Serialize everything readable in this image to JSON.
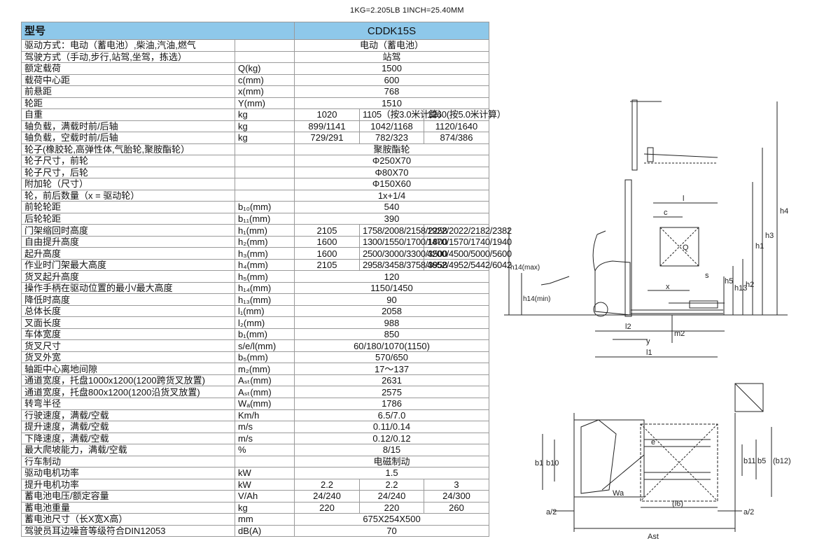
{
  "header_units": "1KG=2.205LB    1INCH=25.40MM",
  "table": {
    "header_label": "型号",
    "model": "CDDK15S",
    "rows": [
      {
        "label": "驱动方式：电动（蓄电池）,柴油,汽油,燃气",
        "unit": "",
        "values": [
          "电动（蓄电池）"
        ]
      },
      {
        "label": "驾驶方式（手动,步行,站驾,坐驾，拣选）",
        "unit": "",
        "values": [
          "站驾"
        ]
      },
      {
        "label": "额定载荷",
        "unit": "Q(kg)",
        "values": [
          "1500"
        ]
      },
      {
        "label": "载荷中心距",
        "unit": "c(mm)",
        "values": [
          "600"
        ]
      },
      {
        "label": "前悬距",
        "unit": "x(mm)",
        "values": [
          "768"
        ]
      },
      {
        "label": "轮距",
        "unit": "Y(mm)",
        "values": [
          "1510"
        ]
      },
      {
        "label": "自重",
        "unit": "kg",
        "values": [
          "1020",
          "1105（按3.0米计算）",
          "1260(按5.0米计算）"
        ]
      },
      {
        "label": "轴负载，满载时前/后轴",
        "unit": "kg",
        "values": [
          "899/1141",
          "1042/1168",
          "1120/1640"
        ]
      },
      {
        "label": "轴负载，空载时前/后轴",
        "unit": "kg",
        "values": [
          "729/291",
          "782/323",
          "874/386"
        ]
      },
      {
        "label": "轮子(橡胶轮,高弹性体,气胎轮,聚胺酯轮）",
        "unit": "",
        "values": [
          "聚胺酯轮"
        ]
      },
      {
        "label": "轮子尺寸，前轮",
        "unit": "",
        "values": [
          "Φ250X70"
        ]
      },
      {
        "label": "轮子尺寸，后轮",
        "unit": "",
        "values": [
          "Φ80X70"
        ]
      },
      {
        "label": "附加轮（尺寸）",
        "unit": "",
        "values": [
          "Φ150X60"
        ]
      },
      {
        "label": "轮，前后数量（x = 驱动轮）",
        "unit": "",
        "values": [
          "1x+1/4"
        ]
      },
      {
        "label": "前轮轮距",
        "unit": "b₁₀(mm)",
        "values": [
          "540"
        ]
      },
      {
        "label": "后轮轮距",
        "unit": "b₁₁(mm)",
        "values": [
          "390"
        ]
      },
      {
        "label": "门架缩回时高度",
        "unit": "h₁(mm)",
        "values": [
          "2105",
          "1758/2008/2158/2258",
          "1922/2022/2182/2382"
        ]
      },
      {
        "label": "自由提升高度",
        "unit": "h₂(mm)",
        "values": [
          "1600",
          "1300/1550/1700/1800",
          "1470/1570/1740/1940"
        ]
      },
      {
        "label": "起升高度",
        "unit": "h₃(mm)",
        "values": [
          "1600",
          "2500/3000/3300/3500",
          "4200/4500/5000/5600"
        ]
      },
      {
        "label": "作业时门架最大高度",
        "unit": "h₄(mm)",
        "values": [
          "2105",
          "2958/3458/3758/3958",
          "4652/4952/5442/6042"
        ]
      },
      {
        "label": "货叉起升高度",
        "unit": "h₅(mm)",
        "values": [
          "120"
        ]
      },
      {
        "label": "操作手柄在驱动位置的最小/最大高度",
        "unit": "h₁₄(mm)",
        "values": [
          "1150/1450"
        ]
      },
      {
        "label": "降低时高度",
        "unit": "h₁₃(mm)",
        "values": [
          "90"
        ]
      },
      {
        "label": "总体长度",
        "unit": "l₁(mm)",
        "values": [
          "2058"
        ]
      },
      {
        "label": "叉面长度",
        "unit": "l₂(mm)",
        "values": [
          "988"
        ]
      },
      {
        "label": "车体宽度",
        "unit": "b₁(mm)",
        "values": [
          "850"
        ]
      },
      {
        "label": "货叉尺寸",
        "unit": "s/e/l(mm)",
        "values": [
          "60/180/1070(1150)"
        ]
      },
      {
        "label": "货叉外宽",
        "unit": "b₅(mm)",
        "values": [
          "570/650"
        ]
      },
      {
        "label": "轴距中心离地间隙",
        "unit": "m₂(mm)",
        "values": [
          "17～137"
        ]
      },
      {
        "label": "通道宽度，托盘1000x1200(1200跨货叉放置)",
        "unit": "Aₛₜ(mm)",
        "values": [
          "2631"
        ]
      },
      {
        "label": "通道宽度，托盘800x1200(1200沿货叉放置)",
        "unit": "Aₛₜ(mm)",
        "values": [
          "2575"
        ]
      },
      {
        "label": "转弯半径",
        "unit": "Wₐ(mm)",
        "values": [
          "1786"
        ]
      },
      {
        "label": "行驶速度，满载/空载",
        "unit": "Km/h",
        "values": [
          "6.5/7.0"
        ]
      },
      {
        "label": "提升速度，满载/空载",
        "unit": "m/s",
        "values": [
          "0.11/0.14"
        ]
      },
      {
        "label": "下降速度，满载/空载",
        "unit": "m/s",
        "values": [
          "0.12/0.12"
        ]
      },
      {
        "label": "最大爬坡能力，满载/空载",
        "unit": "%",
        "values": [
          "8/15"
        ]
      },
      {
        "label": "行车制动",
        "unit": "",
        "values": [
          "电磁制动"
        ]
      },
      {
        "label": "驱动电机功率",
        "unit": "kW",
        "values": [
          "1.5"
        ]
      },
      {
        "label": "提升电机功率",
        "unit": "kW",
        "values": [
          "2.2",
          "2.2",
          "3"
        ]
      },
      {
        "label": "蓄电池电压/额定容量",
        "unit": "V/Ah",
        "values": [
          "24/240",
          "24/240",
          "24/300"
        ]
      },
      {
        "label": "蓄电池重量",
        "unit": "kg",
        "values": [
          "220",
          "220",
          "260"
        ]
      },
      {
        "label": "蓄电池尺寸（长X宽X高）",
        "unit": "mm",
        "values": [
          "675X254X500"
        ]
      },
      {
        "label": "驾驶员耳边噪音等级符合DIN12053",
        "unit": "dB(A)",
        "values": [
          "70"
        ]
      }
    ]
  },
  "side_view": {
    "labels": {
      "l": "l",
      "c": "c",
      "q": "Q",
      "s": "s",
      "x": "x",
      "y": "y",
      "l1": "l1",
      "l2": "l2",
      "m2": "m2",
      "h1": "h1",
      "h2": "h2",
      "h3": "h3",
      "h4": "h4",
      "h5": "h5",
      "h13": "h13",
      "h14max": "h14(max)",
      "h14min": "h14(min)"
    }
  },
  "top_view": {
    "labels": {
      "b1": "b1",
      "b10": "b10",
      "b11": "b11",
      "b5": "b5",
      "b12": "(b12)",
      "e": "e",
      "l6": "(l6)",
      "a2_left": "a/2",
      "a2_right": "a/2",
      "ast": "Ast",
      "wa": "Wa"
    }
  }
}
